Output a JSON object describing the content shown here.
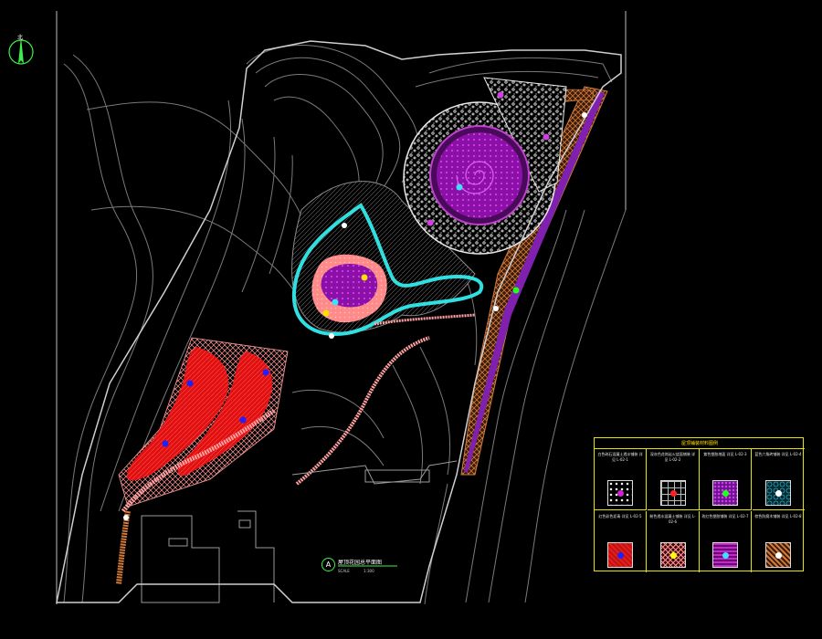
{
  "north_arrow": {
    "label": "北"
  },
  "drawing_title": {
    "marker": "A",
    "title": "屋顶花园总平面图",
    "scale_label": "SCALE",
    "scale": "1:300"
  },
  "legend": {
    "title": "屋顶铺装材料图例",
    "items": [
      {
        "text": "白色碎石混凝土透水铺装 详见 L-02-1",
        "color": "#ffffff",
        "pattern": "gravel",
        "dot": "#d020d0"
      },
      {
        "text": "深灰色花岗岩火烧面铺装 详见 L-02-2",
        "color": "#b0b0b0",
        "pattern": "grid",
        "dot": "#ff2020"
      },
      {
        "text": "紫色塑胶地面 详见 L-02-3",
        "color": "#a020c0",
        "pattern": "dots",
        "dot": "#20ff20"
      },
      {
        "text": "蓝色六角砖铺装 详见 L-02-4",
        "color": "#40e0ff",
        "pattern": "hex",
        "dot": "#ffffff"
      },
      {
        "text": "红色彩色沥青 详见 L-02-5",
        "color": "#ff2020",
        "pattern": "solid",
        "dot": "#2020ff"
      },
      {
        "text": "粉色透水混凝土铺装 详见 L-02-6",
        "color": "#ff9090",
        "pattern": "cross",
        "dot": "#ffff00"
      },
      {
        "text": "玫红色塑胶铺装 详见 L-02-7",
        "color": "#d020d0",
        "pattern": "waves",
        "dot": "#40e0ff"
      },
      {
        "text": "棕色防腐木铺装 详见 L-02-8",
        "color": "#d07a3c",
        "pattern": "herring",
        "dot": "#ffffff"
      }
    ]
  },
  "colors": {
    "background": "#000000",
    "linework": "#8a8a8a",
    "plaza_ring": "#e8e8e8",
    "purple": "#b020c0",
    "magenta": "#d030d0",
    "cyan": "#30e0e0",
    "red": "#ff2020",
    "pink": "#ffa0a0",
    "brown": "#c46a2c",
    "yellow": "#ffe000"
  }
}
